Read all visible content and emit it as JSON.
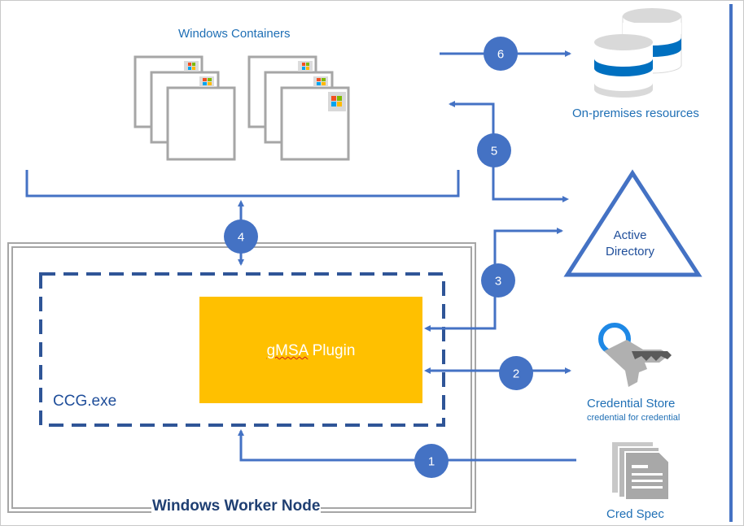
{
  "labels": {
    "windows_containers": "Windows Containers",
    "onprem_resources": "On-premises resources",
    "active_directory": "Active Directory",
    "credential_store": "Credential Store",
    "credential_store_sub": "credential for credential",
    "cred_spec": "Cred Spec",
    "windows_worker_node": "Windows Worker Node",
    "ccg": "CCG.exe",
    "plugin_prefix": "gMSA",
    "plugin_suffix": " Plugin"
  },
  "steps": [
    "1",
    "2",
    "3",
    "4",
    "5",
    "6"
  ],
  "colors": {
    "arrow_blue": "#4472c4",
    "badge_blue": "#4472c4",
    "plugin_gold": "#ffc000",
    "ccg_border": "#2f5597",
    "node_border": "#a6a6a6",
    "text_blue": "#1f6fb5",
    "container_gray": "#a6a6a6",
    "db_blue": "#0070c0"
  },
  "icons": {
    "containers": "windows-container-icon",
    "onprem": "database-icon",
    "ad": "triangle-icon",
    "credential_store": "key-icon",
    "cred_spec": "document-icon"
  }
}
